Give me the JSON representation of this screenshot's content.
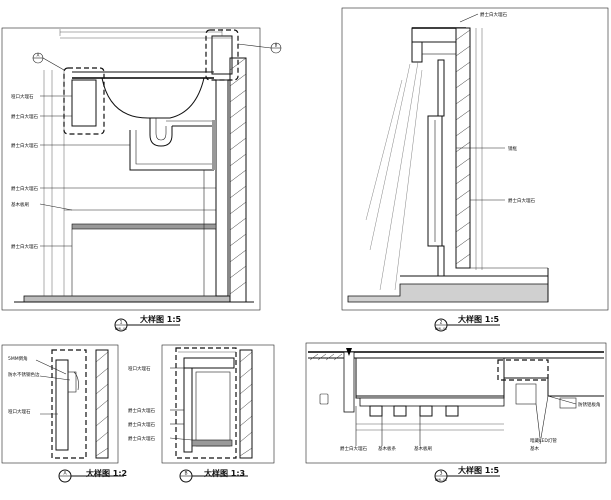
{
  "drawing": {
    "detail1": {
      "title": "大样图 1:5",
      "tag_num": "1",
      "tag_ref": "DML-01",
      "callouts": [
        "哑口大理石",
        "爵士白大理石",
        "爵士白大理石",
        "爵士白大理石",
        "基木板刷",
        "爵士白大理石"
      ],
      "bubble_a": "A",
      "bubble_b": "B"
    },
    "detail2": {
      "title": "大样图 1:5",
      "tag_num": "2",
      "tag_ref": "DML-01",
      "callouts": [
        "爵士白大理石",
        "镜框",
        "爵士白大理石"
      ]
    },
    "detail3": {
      "title": "大样图 1:2",
      "tag_num": "A",
      "tag_ref": "",
      "callouts": [
        "5MM倒角",
        "防水不锈钢色边",
        "哑口大理石"
      ]
    },
    "detail4": {
      "title": "大样图 1:3",
      "tag_num": "B",
      "tag_ref": "",
      "callouts": [
        "哑口大理石",
        "爵士白大理石",
        "爵士白大理石",
        "爵士白大理石"
      ]
    },
    "detail5": {
      "title": "大样图 1:5",
      "tag_num": "3",
      "tag_ref": "DML-01",
      "callouts_top": [
        "防锈铝板角"
      ],
      "callouts_right": [
        "暗藏LED灯管",
        "基木"
      ],
      "callouts_bottom": [
        "爵士白大理石",
        "基木板条",
        "基木板刷"
      ]
    }
  }
}
